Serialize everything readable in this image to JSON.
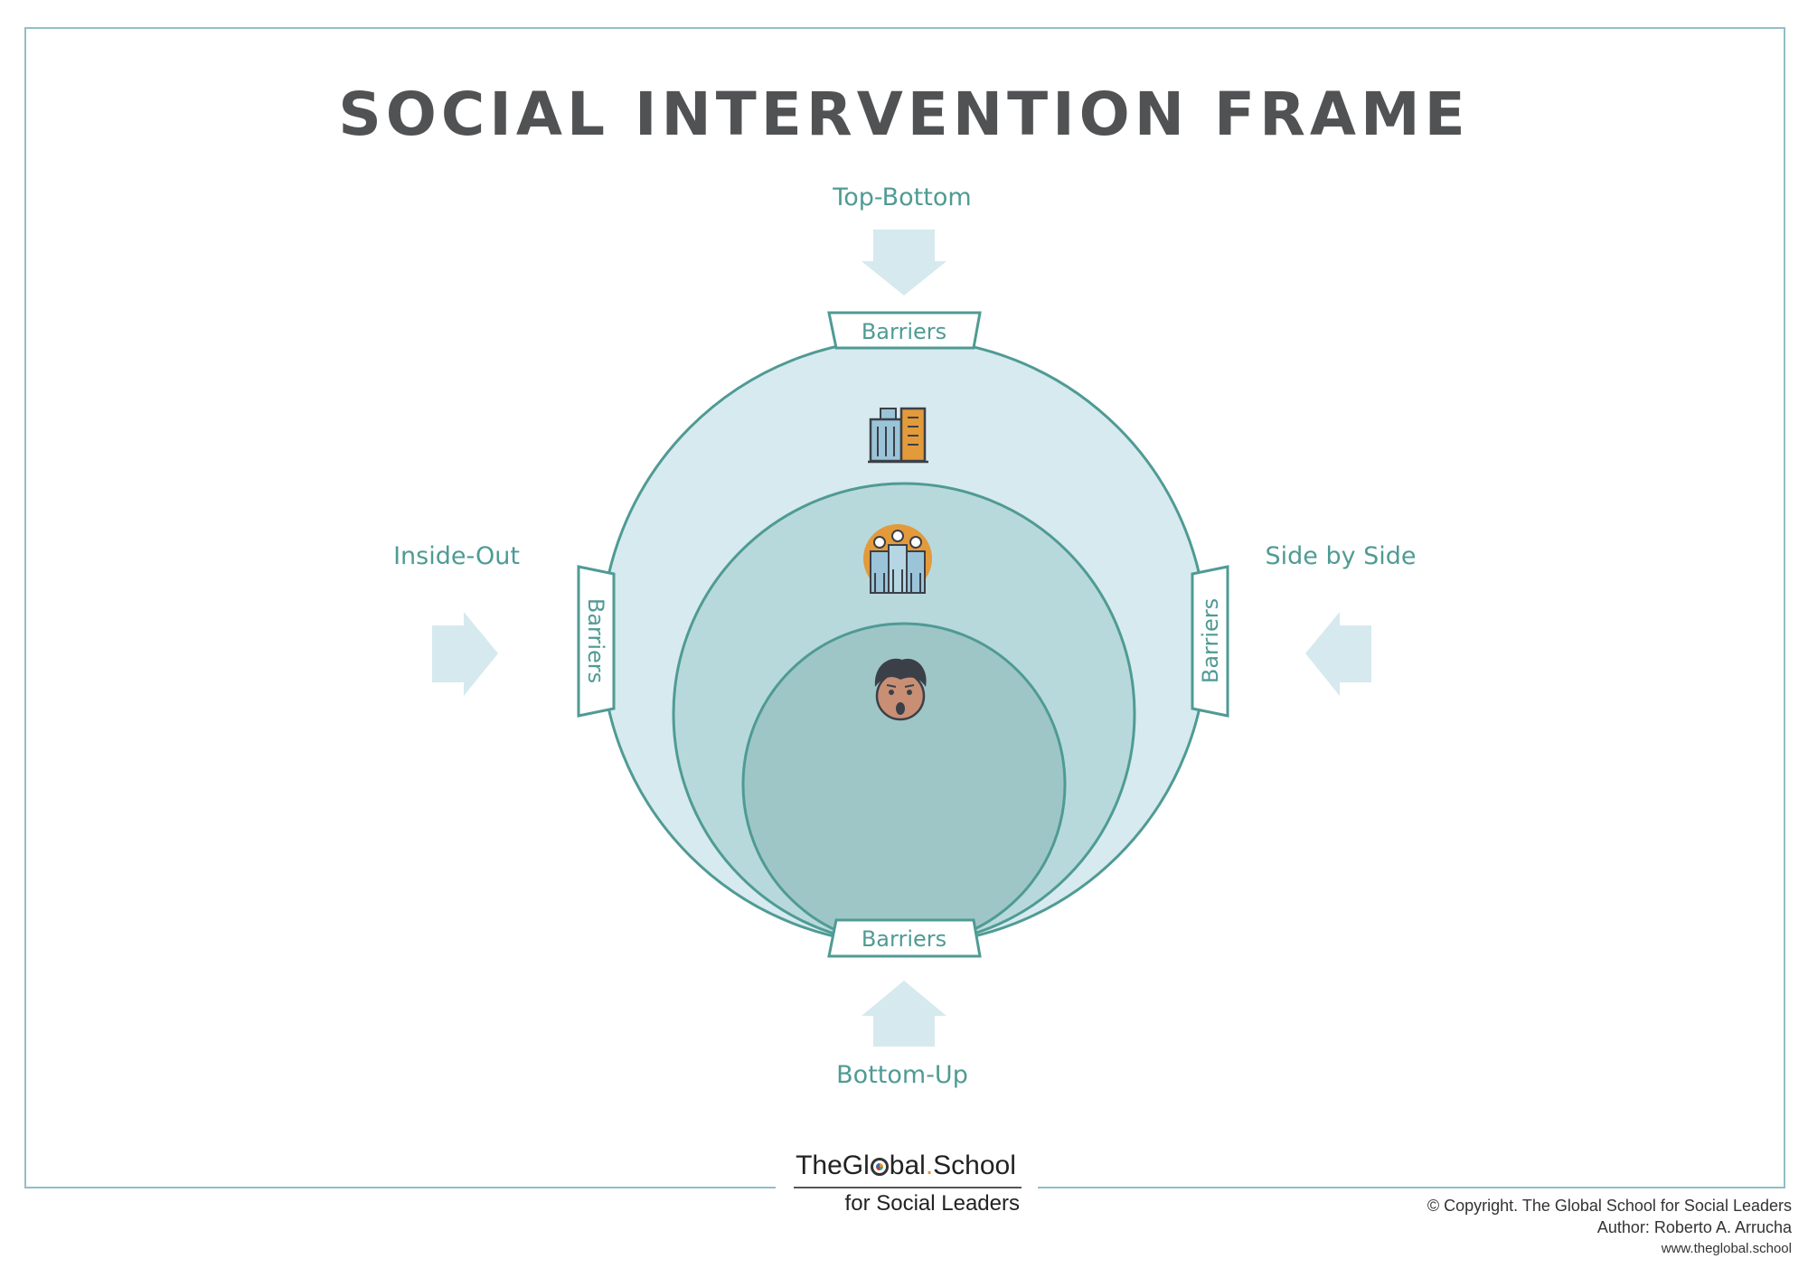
{
  "title": "SOCIAL INTERVENTION FRAME",
  "directions": {
    "top": "Top-Bottom",
    "bottom": "Bottom-Up",
    "left": "Inside-Out",
    "right": "Side by Side"
  },
  "barriers": {
    "top": "Barriers",
    "bottom": "Barriers",
    "left": "Barriers",
    "right": "Barriers"
  },
  "icons": {
    "outer": "buildings-icon",
    "middle": "group-people-icon",
    "inner": "person-face-icon",
    "logo": "globe-icon"
  },
  "colors": {
    "outer_circle": "#d7eaef",
    "middle_circle": "#b8d9dc",
    "inner_circle": "#9fc6c7",
    "stroke": "#4f9b94",
    "arrow": "#d6e9ef",
    "title": "#505254"
  },
  "logo": {
    "part1": "TheGl",
    "part2": "bal",
    "dot": ".",
    "part3": "School",
    "subtitle": "for Social Leaders"
  },
  "credits": {
    "copyright": "© Copyright. The Global School for Social Leaders",
    "author": "Author: Roberto A. Arrucha",
    "website": "www.theglobal.school"
  }
}
